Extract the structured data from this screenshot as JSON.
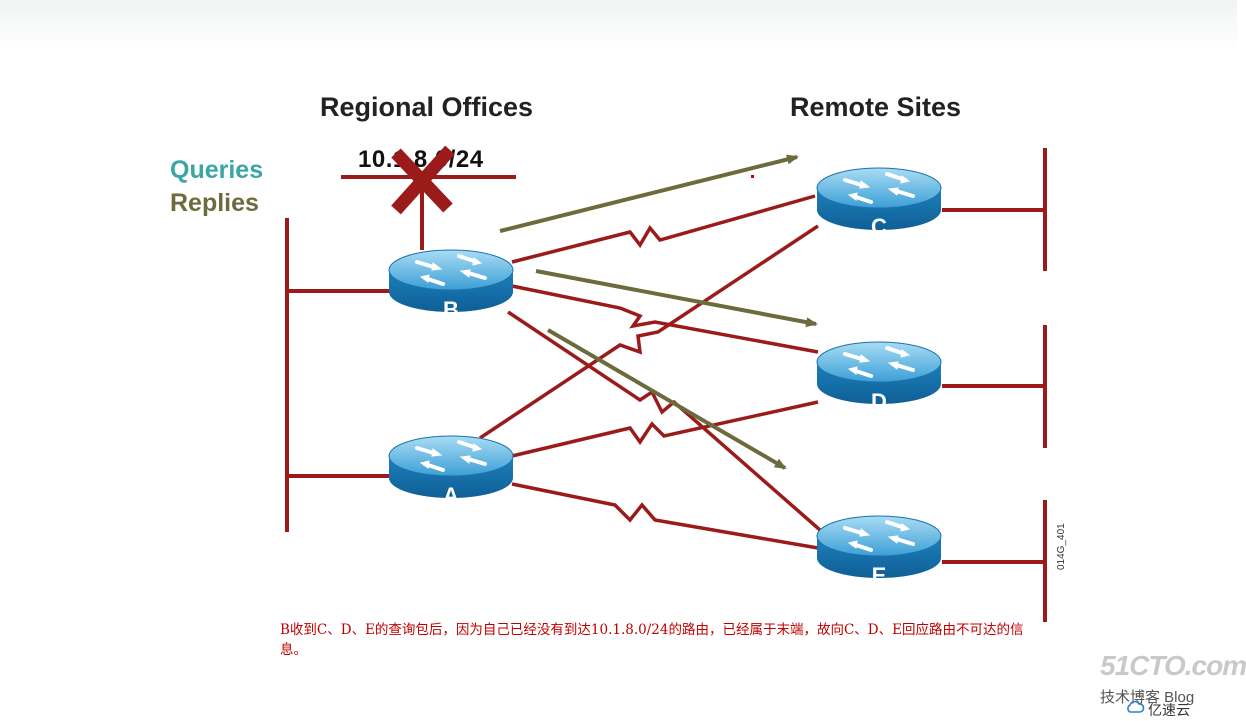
{
  "headings": {
    "regional": "Regional Offices",
    "remote": "Remote Sites"
  },
  "legend": {
    "queries": "Queries",
    "replies": "Replies"
  },
  "subnet_label": "10.1.8.0/24",
  "routers": {
    "a": "A",
    "b": "B",
    "c": "C",
    "d": "D",
    "e": "E"
  },
  "diagram_code": "014G_401",
  "note": "B收到C、D、E的查询包后，因为自己已经没有到达10.1.8.0/24的路由，已经属于末端，故向C、D、E回应路由不可达的信息。",
  "watermark": {
    "brand": "51CTO.com",
    "subtitle": "技术博客  Blog",
    "cloud": "亿速云"
  },
  "colors": {
    "link": "#9b1b1b",
    "reply_arrow": "#6b6b3d",
    "query": "#3aa6a6",
    "router": "#1f88c2",
    "note": "#c00000"
  }
}
